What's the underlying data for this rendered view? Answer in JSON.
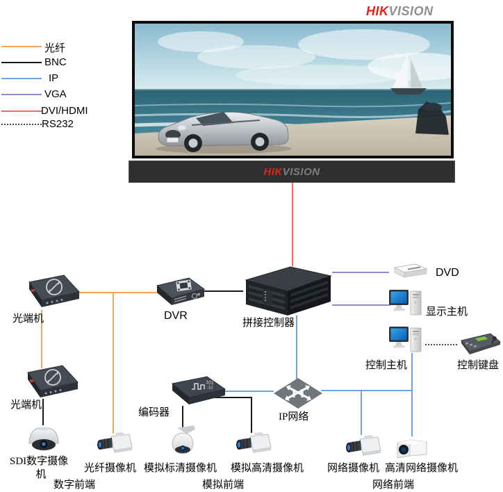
{
  "colors": {
    "fiber": "#F2A35C",
    "bnc": "#1A1A1A",
    "ip": "#6FA3DE",
    "vga": "#9B84D3",
    "dvi": "#F16A62",
    "rs232": "#444444",
    "brand_red": "#E32119",
    "brand_gray": "#8E8E8E"
  },
  "legend": {
    "items": [
      {
        "label": "光纤",
        "type": "fiber",
        "style": "solid"
      },
      {
        "label": "BNC",
        "type": "bnc",
        "style": "solid"
      },
      {
        "label": "IP",
        "type": "ip",
        "style": "solid"
      },
      {
        "label": "VGA",
        "type": "vga",
        "style": "solid"
      },
      {
        "label": "DVI/HDMI",
        "type": "dvi",
        "style": "solid"
      },
      {
        "label": "RS232",
        "type": "rs232",
        "style": "dotted"
      }
    ]
  },
  "brand": {
    "red_text": "HIK",
    "gray_text": "VISION"
  },
  "labels": {
    "optical_transceiver_1": "光端机",
    "optical_transceiver_2": "光端机",
    "dvr": "DVR",
    "wall_controller": "拼接控制器",
    "dvd": "DVD",
    "display_host": "显示主机",
    "control_host": "控制主机",
    "control_keyboard": "控制键盘",
    "encoder": "编码器",
    "ip_network": "IP网络",
    "sdi_camera_line1": "SDI数字摄像",
    "sdi_camera_line2": "机",
    "fiber_camera": "光纤摄像机",
    "analog_sd_camera": "模拟标清摄像机",
    "analog_hd_camera": "模拟高清摄像机",
    "network_camera": "网络摄像机",
    "hd_network_camera": "高清网络摄像机",
    "group_digital": "数字前端",
    "group_analog": "模拟前端",
    "group_network": "网络前端"
  }
}
